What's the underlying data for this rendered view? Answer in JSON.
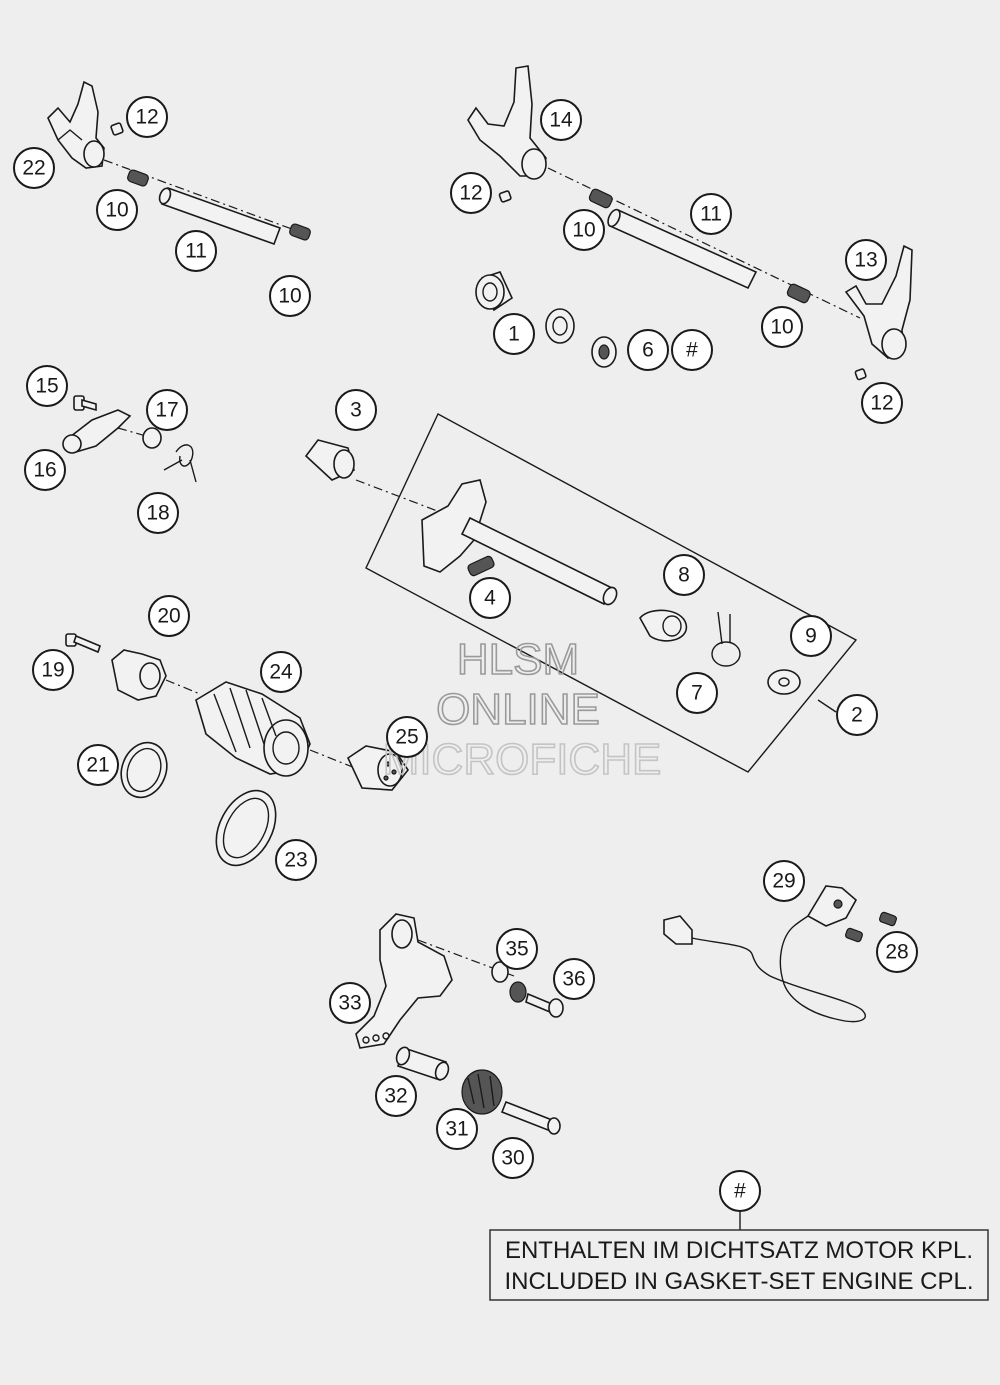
{
  "callouts": {
    "c22": "22",
    "c12a": "12",
    "c10a": "10",
    "c11a": "11",
    "c10b": "10",
    "c14": "14",
    "c12b": "12",
    "c10c": "10",
    "c11b": "11",
    "c13": "13",
    "c10d": "10",
    "c12c": "12",
    "c1": "1",
    "c6": "6",
    "chash1": "#",
    "c15": "15",
    "c17": "17",
    "c16": "16",
    "c18": "18",
    "c3": "3",
    "c4": "4",
    "c8": "8",
    "c9": "9",
    "c7": "7",
    "c2": "2",
    "c20": "20",
    "c19": "19",
    "c24": "24",
    "c25": "25",
    "c21": "21",
    "c23": "23",
    "c29": "29",
    "c28": "28",
    "c35": "35",
    "c36": "36",
    "c33": "33",
    "c32": "32",
    "c31": "31",
    "c30": "30",
    "chash2": "#"
  },
  "watermark": {
    "line1": "HLSM",
    "line2": "ONLINE",
    "line3": "MICROFICHE"
  },
  "note": {
    "line_de": "ENTHALTEN IM DICHTSATZ MOTOR KPL.",
    "line_en": "INCLUDED IN GASKET-SET ENGINE CPL."
  }
}
